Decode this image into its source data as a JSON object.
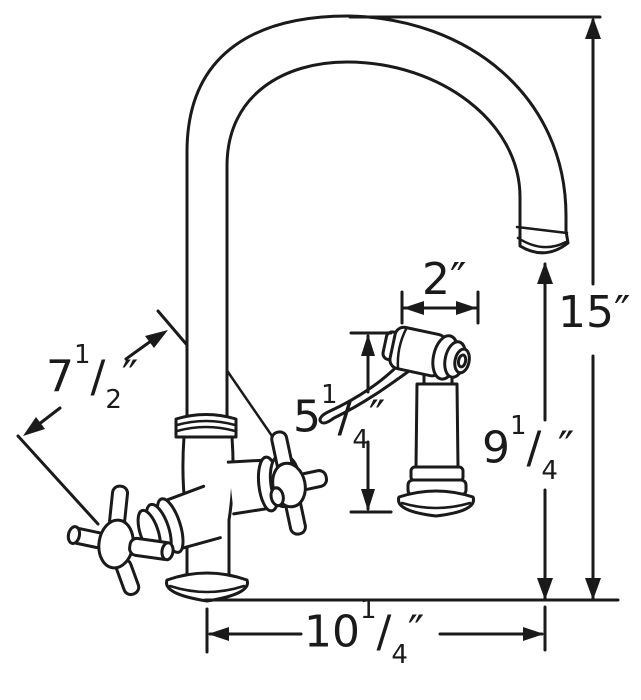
{
  "diagram": {
    "subject": "kitchen faucet with side sprayer dimension drawing",
    "colors": {
      "line": "#1a1a1a",
      "background": "#ffffff"
    },
    "dimensions": {
      "spout_reach": {
        "whole": "7",
        "numerator": "1",
        "slash": "/",
        "denominator": "2",
        "unit": "″"
      },
      "sprayer_width": {
        "whole": "2",
        "unit": "″"
      },
      "sprayer_height": {
        "whole": "5",
        "numerator": "1",
        "slash": "/",
        "denominator": "4",
        "unit": "″"
      },
      "overall_height": {
        "whole": "15",
        "unit": "″"
      },
      "spout_height": {
        "whole": "9",
        "numerator": "1",
        "slash": "/",
        "denominator": "4",
        "unit": "″"
      },
      "base_width": {
        "whole": "10",
        "numerator": "1",
        "slash": "/",
        "denominator": "4",
        "unit": "″"
      }
    }
  }
}
